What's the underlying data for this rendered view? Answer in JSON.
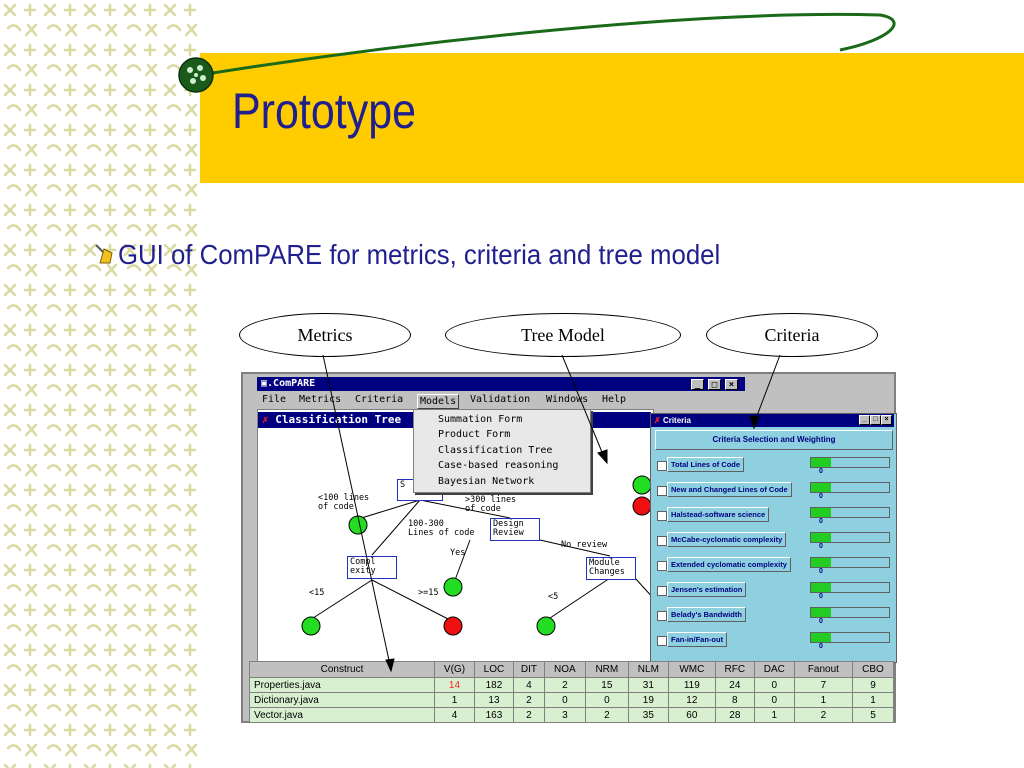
{
  "slide": {
    "title": "Prototype",
    "bullet": "GUI of ComPARE for metrics, criteria and tree model",
    "callouts": {
      "metrics": "Metrics",
      "tree_model": "Tree Model",
      "criteria": "Criteria"
    }
  },
  "app": {
    "title": "ComPARE",
    "window_buttons": [
      "_",
      "□",
      "×"
    ],
    "menu": [
      "File",
      "Metrics",
      "Criteria",
      "Models",
      "Validation",
      "Windows",
      "Help"
    ],
    "models_menu": [
      "Summation Form",
      "Product Form",
      "Classification Tree",
      "Case-based reasoning",
      "Bayesian Network"
    ]
  },
  "tree_window": {
    "title": "Classification Tree",
    "nodes": {
      "root": "S",
      "design_review": "Design\nReview",
      "complexity": "Compl\nexity",
      "module_changes": "Module\nChanges"
    },
    "edge_labels": {
      "lt100": "<100 lines\nof code",
      "gt300": ">300 lines\nof code",
      "mid": "100-300\nLines of code",
      "no_review": "No review",
      "yes": "Yes",
      "lt15": "<15",
      "ge15": ">=15",
      "lt5": "<5"
    }
  },
  "criteria_window": {
    "title": "Criteria",
    "heading": "Criteria Selection and Weighting",
    "items": [
      {
        "label": "Total Lines of Code",
        "value": "0"
      },
      {
        "label": "New and Changed Lines of Code",
        "value": "0"
      },
      {
        "label": "Halstead-software science",
        "value": "0"
      },
      {
        "label": "McCabe-cyclomatic complexity",
        "value": "0"
      },
      {
        "label": "Extended cyclomatic complexity",
        "value": "0"
      },
      {
        "label": "Jensen's estimation",
        "value": "0"
      },
      {
        "label": "Belady's Bandwidth",
        "value": "0"
      },
      {
        "label": "Fan-in/Fan-out",
        "value": "0"
      }
    ]
  },
  "metrics_table": {
    "headers": [
      "Construct",
      "V(G)",
      "LOC",
      "DIT",
      "NOA",
      "NRM",
      "NLM",
      "WMC",
      "RFC",
      "DAC",
      "Fanout",
      "CBO"
    ],
    "rows": [
      [
        "Properties.java",
        "14",
        "182",
        "4",
        "2",
        "15",
        "31",
        "119",
        "24",
        "0",
        "7",
        "9"
      ],
      [
        "Dictionary.java",
        "1",
        "13",
        "2",
        "0",
        "0",
        "19",
        "12",
        "8",
        "0",
        "1",
        "1"
      ],
      [
        "Vector.java",
        "4",
        "163",
        "2",
        "3",
        "2",
        "35",
        "60",
        "28",
        "1",
        "2",
        "5"
      ]
    ]
  },
  "colors": {
    "band": "#ffcc00",
    "title": "#1f1f8f",
    "titlebar": "#000080",
    "leaf_green": "#22dd22",
    "leaf_red": "#ee1111",
    "highlight": "#ff2020"
  }
}
